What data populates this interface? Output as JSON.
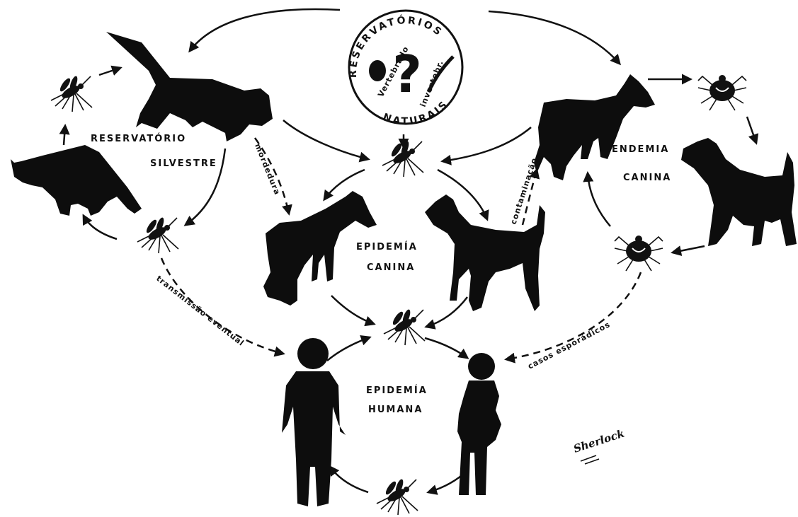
{
  "center": {
    "arc_top": "RESERVATÓRIOS",
    "arc_bottom": "NATURAIS",
    "left": "Vertebrado",
    "right": "invertebr.",
    "symbol": "?"
  },
  "labels": {
    "reservatorio": "RESERVATÓRIO",
    "silvestre": "SILVESTRE",
    "endemia": "ENDEMIA",
    "endemia_canina": "CANINA",
    "epidemia_canina_1": "EPIDEMÍA",
    "epidemia_canina_2": "CANINA",
    "epidemia_humana_1": "EPIDEMÍA",
    "epidemia_humana_2": "HUMANA"
  },
  "paths": {
    "mordedura": "mordedura",
    "contaminacao": "contaminação",
    "transmissao": "transmissão eventual",
    "casos": "casos esporádicos"
  },
  "signature": "Sherlock",
  "icons": [
    "fox-silhouette",
    "wolf-silhouette",
    "dog-silhouette",
    "tick-silhouette",
    "sandfly-silhouette",
    "human-silhouette"
  ]
}
